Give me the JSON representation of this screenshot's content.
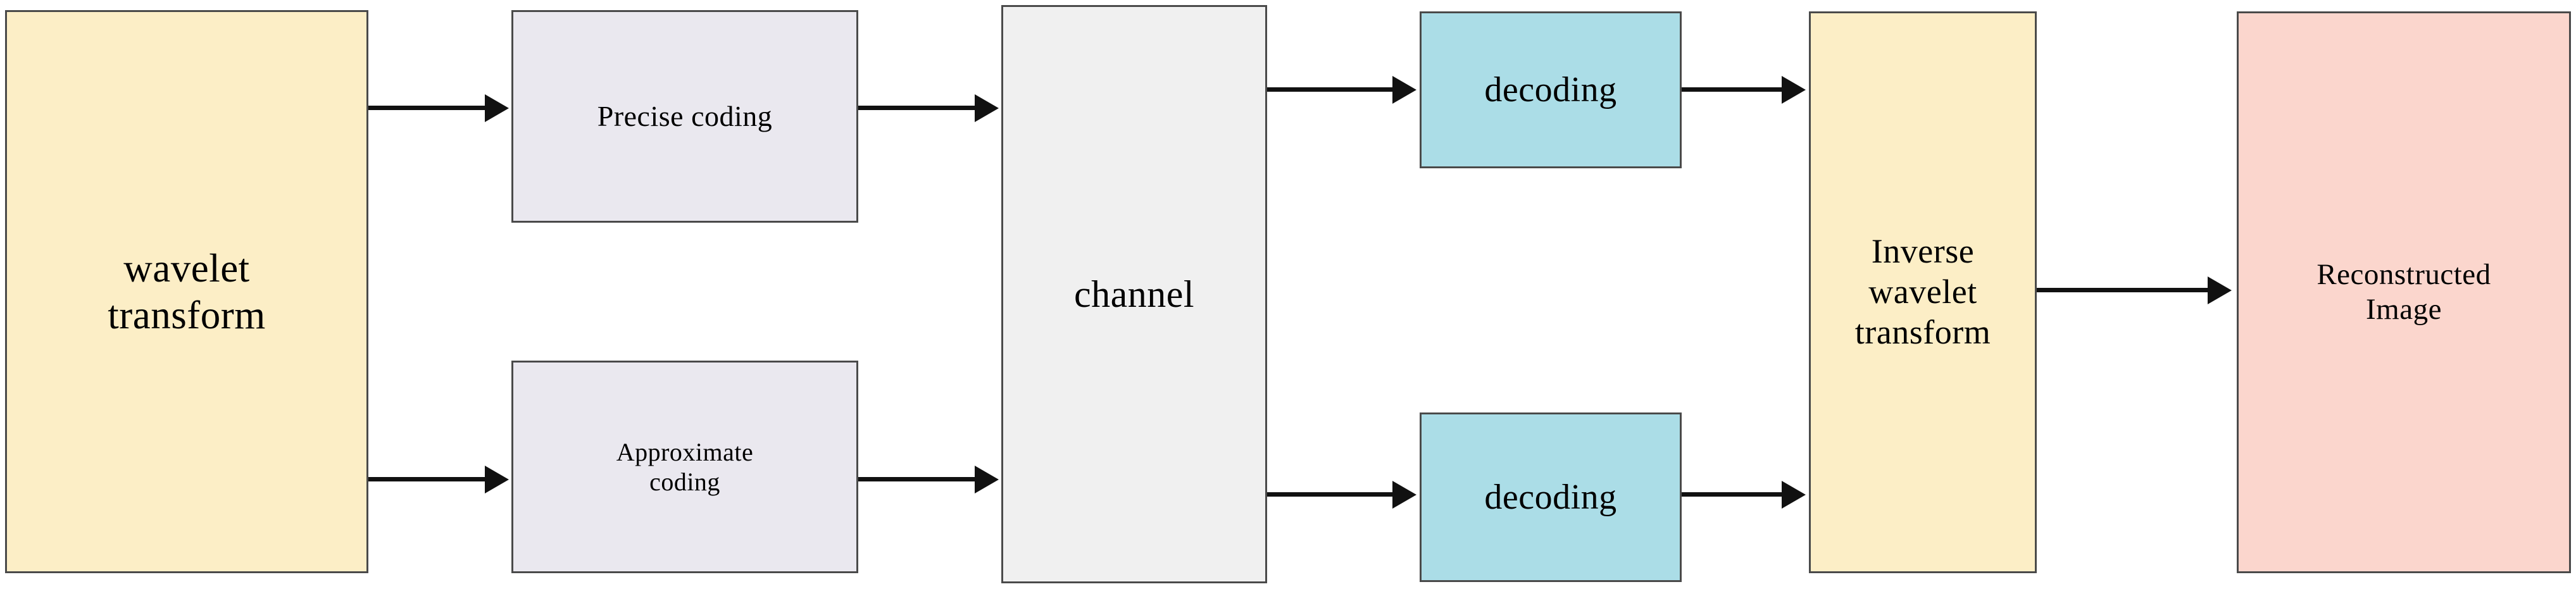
{
  "diagram": {
    "type": "block-diagram",
    "title": "Wavelet transform image coding and transmission pipeline",
    "background_color": "#ffffff",
    "stroke_color": "#4a4a4a",
    "arrow_color": "#111111",
    "nodes": [
      {
        "id": "wavelet-transform",
        "label": "wavelet\ntransform",
        "fill": "#fceec6",
        "stage": "source"
      },
      {
        "id": "precise-coding",
        "label": "Precise coding",
        "fill": "#eae8ef",
        "stage": "encoder"
      },
      {
        "id": "approximate-coding",
        "label": "Approximate\ncoding",
        "fill": "#eae8ef",
        "stage": "encoder"
      },
      {
        "id": "channel",
        "label": "channel",
        "fill": "#f0f0f0",
        "stage": "transmission"
      },
      {
        "id": "decoding-top",
        "label": "decoding",
        "fill": "#abdde7",
        "stage": "decoder"
      },
      {
        "id": "decoding-bottom",
        "label": "decoding",
        "fill": "#abdde7",
        "stage": "decoder"
      },
      {
        "id": "inverse-wavelet-transform",
        "label": "Inverse\nwavelet\ntransform",
        "fill": "#fceec6",
        "stage": "reconstruction"
      },
      {
        "id": "reconstructed-image",
        "label": "Reconstructed\nImage",
        "fill": "#fbd6cd",
        "stage": "output"
      }
    ],
    "edges": [
      {
        "id": "wavelet-to-precise",
        "from": "wavelet-transform",
        "to": "precise-coding",
        "label": ""
      },
      {
        "id": "wavelet-to-approximate",
        "from": "wavelet-transform",
        "to": "approximate-coding",
        "label": ""
      },
      {
        "id": "precise-to-channel",
        "from": "precise-coding",
        "to": "channel",
        "label": ""
      },
      {
        "id": "approximate-to-channel",
        "from": "approximate-coding",
        "to": "channel",
        "label": ""
      },
      {
        "id": "channel-to-decoding-top",
        "from": "channel",
        "to": "decoding-top",
        "label": ""
      },
      {
        "id": "channel-to-decoding-bottom",
        "from": "channel",
        "to": "decoding-bottom",
        "label": ""
      },
      {
        "id": "decoding-top-to-inverse",
        "from": "decoding-top",
        "to": "inverse-wavelet-transform",
        "label": ""
      },
      {
        "id": "decoding-bottom-to-inverse",
        "from": "decoding-bottom",
        "to": "inverse-wavelet-transform",
        "label": ""
      },
      {
        "id": "inverse-to-reconstructed",
        "from": "inverse-wavelet-transform",
        "to": "reconstructed-image",
        "label": ""
      }
    ]
  }
}
